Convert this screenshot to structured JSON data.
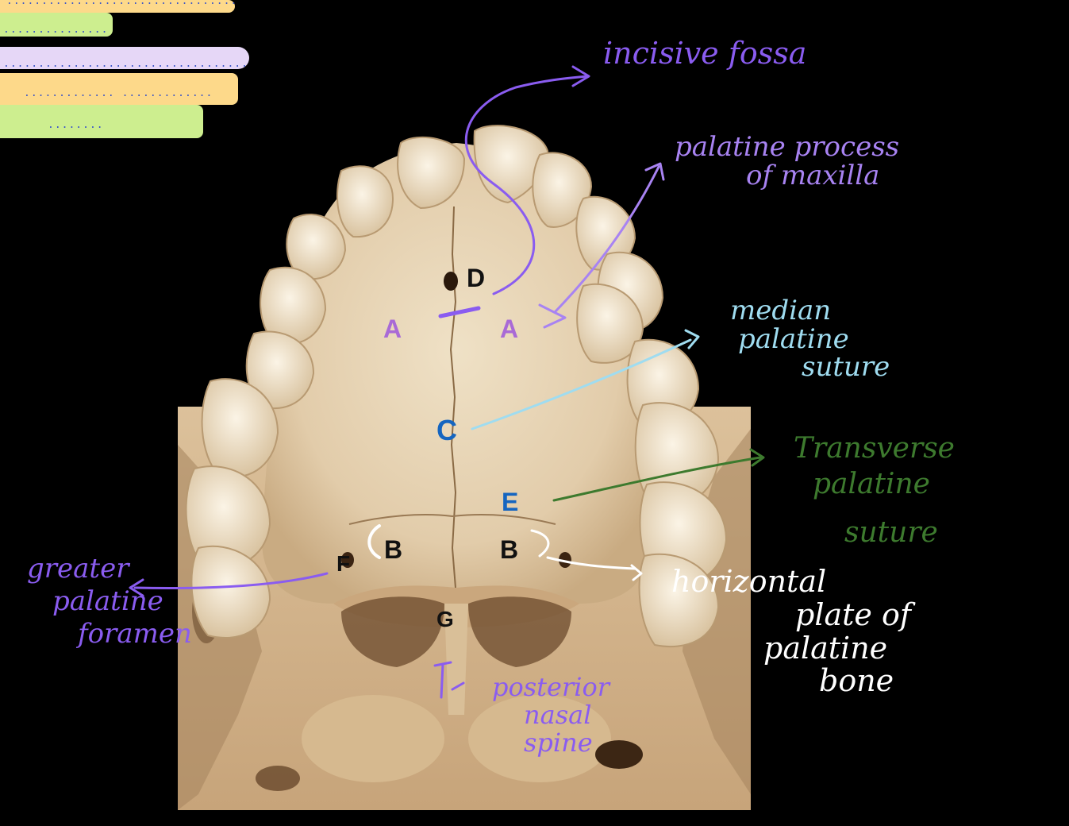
{
  "labels": {
    "A_left": "A",
    "A_right": "A",
    "B_left": "B",
    "B_right": "B",
    "C": "C",
    "D": "D",
    "E": "E",
    "F": "F",
    "G": "G"
  },
  "annotations": {
    "incisive_fossa": "incisive fossa",
    "palatine_process": [
      "palatine process",
      "of maxilla"
    ],
    "median_suture": [
      "median",
      "palatine",
      "suture"
    ],
    "transverse_suture": [
      "Transverse",
      "palatine",
      "suture"
    ],
    "horizontal_plate": [
      "horizontal",
      "plate of",
      "palatine",
      "bone"
    ],
    "greater_palatine": [
      "greater",
      "palatine",
      "foramen"
    ],
    "nasal_spine": [
      "posterior",
      "nasal",
      "spine"
    ]
  },
  "colors": {
    "background": "#000000",
    "bone": "#e6d3b4",
    "purple_label": "#a96ad6",
    "blue_label": "#1565c0",
    "violet_ink": "#8a5cf0",
    "lavender_ink": "#a883f2",
    "cyan_ink": "#9fdcf0",
    "green_ink": "#3d7a2e",
    "white_ink": "#ffffff",
    "note_yellow": "#fdd98a",
    "note_green": "#cdee8f",
    "note_lavender": "#e6d7f7"
  }
}
